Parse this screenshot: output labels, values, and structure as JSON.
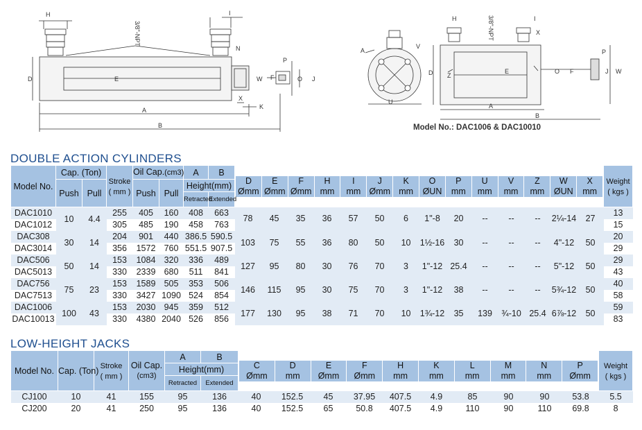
{
  "drawing": {
    "caption": "Model No.: DAC1006 & DAC10010",
    "left_labels": {
      "H": "H",
      "npt": "3/8\"-NPT",
      "I": "I",
      "N": "N",
      "D": "D",
      "E": "E",
      "A": "A",
      "B": "B",
      "W": "W",
      "F": "F",
      "P": "P",
      "O": "O",
      "J": "J",
      "X": "X",
      "K": "K"
    },
    "right_labels": {
      "npt": "3/8\"-NPT",
      "H": "H",
      "I": "I",
      "X": "X",
      "A": "A",
      "V": "V",
      "U": "U",
      "D": "D",
      "Z": "Z",
      "E": "E",
      "O": "O",
      "F": "F",
      "P": "P",
      "J": "J",
      "W": "W",
      "B": "B"
    }
  },
  "table1": {
    "title": "DOUBLE  ACTION  CYLINDERS",
    "headers": {
      "model": "Model No.",
      "cap": "Cap. (Ton)",
      "push": "Push",
      "pull": "Pull",
      "stroke": "Stroke",
      "stroke_unit": "( mm )",
      "oilcap": "Oil Cap.",
      "oilcap_unit": "(cm3)",
      "a": "A",
      "b": "B",
      "height": "Height(mm)",
      "retracted": "Retracted",
      "extended": "Extended",
      "weight": "Weight",
      "weight_unit": "( kgs )",
      "cols": [
        {
          "l": "D",
          "u": "Ømm"
        },
        {
          "l": "E",
          "u": "Ømm"
        },
        {
          "l": "F",
          "u": "Ømm"
        },
        {
          "l": "H",
          "u": "mm"
        },
        {
          "l": "I",
          "u": "mm"
        },
        {
          "l": "J",
          "u": "Ømm"
        },
        {
          "l": "K",
          "u": "mm"
        },
        {
          "l": "O",
          "u": "ØUN"
        },
        {
          "l": "P",
          "u": "mm"
        },
        {
          "l": "U",
          "u": "mm"
        },
        {
          "l": "V",
          "u": "mm"
        },
        {
          "l": "Z",
          "u": "mm"
        },
        {
          "l": "W",
          "u": "ØUN"
        },
        {
          "l": "X",
          "u": "mm"
        }
      ]
    },
    "groups": [
      {
        "models": [
          "DAC1010",
          "DAC1012"
        ],
        "push": "10",
        "pull": "4.4",
        "stroke": [
          "255",
          "305"
        ],
        "oil_push": [
          "405",
          "485"
        ],
        "oil_pull": [
          "160",
          "190"
        ],
        "retracted": [
          "408",
          "458"
        ],
        "extended": [
          "663",
          "763"
        ],
        "d": "78",
        "e": "45",
        "f": "35",
        "h": "36",
        "i": "57",
        "j": "50",
        "k": "6",
        "o": "1\"-8",
        "p": "20",
        "u": "--",
        "v": "--",
        "z": "--",
        "w": "2¼-14",
        "x": "27",
        "weight": [
          "13",
          "15"
        ]
      },
      {
        "models": [
          "DAC308",
          "DAC3014"
        ],
        "push": "30",
        "pull": "14",
        "stroke": [
          "204",
          "356"
        ],
        "oil_push": [
          "901",
          "1572"
        ],
        "oil_pull": [
          "440",
          "760"
        ],
        "retracted": [
          "386.5",
          "551.5"
        ],
        "extended": [
          "590.5",
          "907.5"
        ],
        "d": "103",
        "e": "75",
        "f": "55",
        "h": "36",
        "i": "80",
        "j": "50",
        "k": "10",
        "o": "1½-16",
        "p": "30",
        "u": "--",
        "v": "--",
        "z": "--",
        "w": "4\"-12",
        "x": "50",
        "weight": [
          "20",
          "29"
        ]
      },
      {
        "models": [
          "DAC506",
          "DAC5013"
        ],
        "push": "50",
        "pull": "14",
        "stroke": [
          "153",
          "330"
        ],
        "oil_push": [
          "1084",
          "2339"
        ],
        "oil_pull": [
          "320",
          "680"
        ],
        "retracted": [
          "336",
          "511"
        ],
        "extended": [
          "489",
          "841"
        ],
        "d": "127",
        "e": "95",
        "f": "80",
        "h": "30",
        "i": "76",
        "j": "70",
        "k": "3",
        "o": "1\"-12",
        "p": "25.4",
        "u": "--",
        "v": "--",
        "z": "--",
        "w": "5\"-12",
        "x": "50",
        "weight": [
          "29",
          "43"
        ]
      },
      {
        "models": [
          "DAC756",
          "DAC7513"
        ],
        "push": "75",
        "pull": "23",
        "stroke": [
          "153",
          "330"
        ],
        "oil_push": [
          "1589",
          "3427"
        ],
        "oil_pull": [
          "505",
          "1090"
        ],
        "retracted": [
          "353",
          "524"
        ],
        "extended": [
          "506",
          "854"
        ],
        "d": "146",
        "e": "115",
        "f": "95",
        "h": "30",
        "i": "75",
        "j": "70",
        "k": "3",
        "o": "1\"-12",
        "p": "38",
        "u": "--",
        "v": "--",
        "z": "--",
        "w": "5¾-12",
        "x": "50",
        "weight": [
          "40",
          "58"
        ]
      },
      {
        "models": [
          "DAC1006",
          "DAC10013"
        ],
        "push": "100",
        "pull": "43",
        "stroke": [
          "153",
          "330"
        ],
        "oil_push": [
          "2030",
          "4380"
        ],
        "oil_pull": [
          "945",
          "2040"
        ],
        "retracted": [
          "359",
          "526"
        ],
        "extended": [
          "512",
          "856"
        ],
        "d": "177",
        "e": "130",
        "f": "95",
        "h": "38",
        "i": "71",
        "j": "70",
        "k": "10",
        "o": "1¾-12",
        "p": "35",
        "u": "139",
        "v": "¾-10",
        "z": "25.4",
        "w": "6⅞-12",
        "x": "50",
        "weight": [
          "59",
          "83"
        ]
      }
    ]
  },
  "table2": {
    "title": "LOW-HEIGHT  JACKS",
    "headers": {
      "model": "Model No.",
      "cap": "Cap. (Ton)",
      "stroke": "Stroke",
      "stroke_unit": "( mm )",
      "oilcap": "Oil Cap.",
      "oilcap_unit": "(cm3)",
      "a": "A",
      "b": "B",
      "height": "Height(mm)",
      "retracted": "Retracted",
      "extended": "Extended",
      "weight": "Weight",
      "weight_unit": "( kgs )",
      "cols": [
        {
          "l": "C",
          "u": "Ømm"
        },
        {
          "l": "D",
          "u": "mm"
        },
        {
          "l": "E",
          "u": "Ømm"
        },
        {
          "l": "F",
          "u": "Ømm"
        },
        {
          "l": "H",
          "u": "mm"
        },
        {
          "l": "K",
          "u": "mm"
        },
        {
          "l": "L",
          "u": "mm"
        },
        {
          "l": "M",
          "u": "mm"
        },
        {
          "l": "N",
          "u": "mm"
        },
        {
          "l": "P",
          "u": "Ømm"
        }
      ]
    },
    "rows": [
      {
        "model": "CJ100",
        "cap": "10",
        "stroke": "41",
        "oil": "155",
        "retracted": "95",
        "extended": "136",
        "c": "40",
        "d": "152.5",
        "e": "45",
        "f": "37.95",
        "h": "407.5",
        "k": "4.9",
        "l": "85",
        "m": "90",
        "n": "90",
        "p": "53.8",
        "weight": "5.5"
      },
      {
        "model": "CJ200",
        "cap": "20",
        "stroke": "41",
        "oil": "250",
        "retracted": "95",
        "extended": "136",
        "c": "40",
        "d": "152.5",
        "e": "65",
        "f": "50.8",
        "h": "407.5",
        "k": "4.9",
        "l": "110",
        "m": "90",
        "n": "110",
        "p": "69.8",
        "weight": "8"
      }
    ]
  }
}
